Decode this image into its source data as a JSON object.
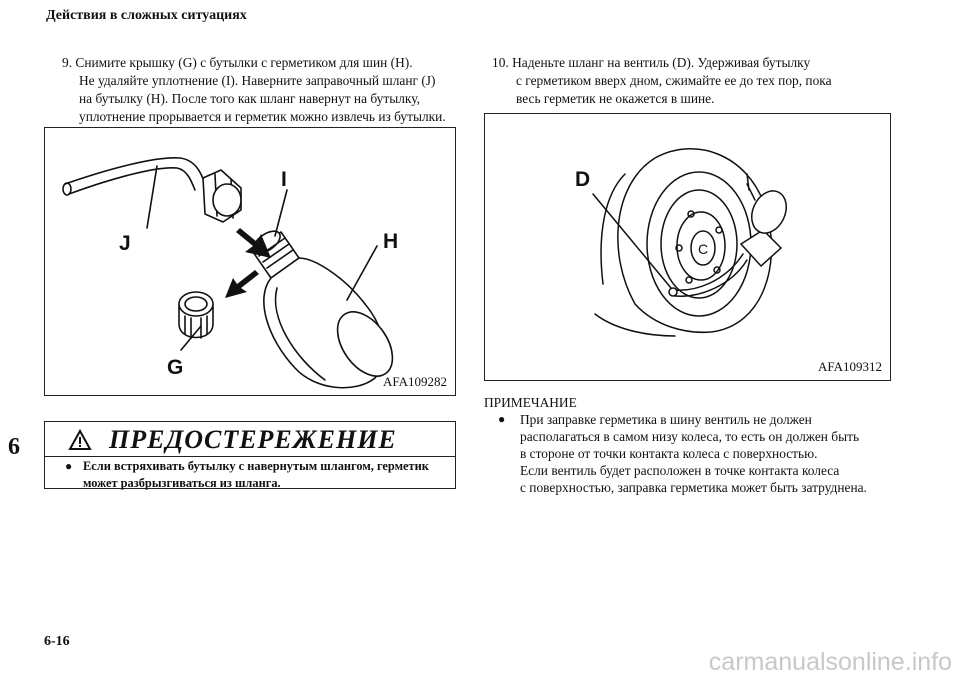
{
  "header": {
    "title": "Действия в сложных ситуациях"
  },
  "step9": {
    "lines": [
      "9. Снимите крышку (G) с бутылки с герметиком для шин (H).",
      "Не удаляйте уплотнение (I). Наверните заправочный шланг (J)",
      "на бутылку (H). После того как шланг навернут на бутылку,",
      "уплотнение прорывается и герметик можно извлечь из бутылки."
    ]
  },
  "step10": {
    "lines": [
      "10. Наденьте шланг на вентиль (D). Удерживая бутылку",
      "с герметиком вверх дном, сжимайте ее до тех пор, пока",
      "весь герметик не окажется в шине."
    ]
  },
  "figure1": {
    "code": "AFA109282",
    "labels": {
      "j": "J",
      "i": "I",
      "h": "H",
      "g": "G"
    }
  },
  "figure2": {
    "code": "AFA109312",
    "labels": {
      "d": "D",
      "c": "C"
    }
  },
  "warning": {
    "icon": "warning-triangle-icon",
    "title": "ПРЕДОСТЕРЕЖЕНИЕ",
    "bullet": "●",
    "lines": [
      "Если встряхивать бутылку с навернутым шлангом, герметик",
      "может разбрызгиваться из шланга."
    ]
  },
  "note": {
    "label": "ПРИМЕЧАНИЕ",
    "bullet": "●",
    "lines": [
      "При заправке герметика в шину вентиль не должен",
      "располагаться в самом низу колеса, то есть он должен быть",
      "в стороне от точки контакта колеса с поверхностью.",
      "Если вентиль будет расположен в точке контакта колеса",
      "с поверхностью, заправка герметика может быть затруднена."
    ]
  },
  "chapter_tab": "6",
  "page_number": "6-16",
  "watermark": "carmanualsonline.info"
}
